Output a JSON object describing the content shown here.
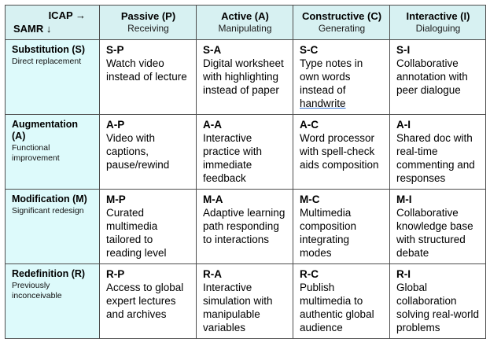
{
  "matrix": {
    "corner": {
      "icap_label": "ICAP →",
      "samr_label": "SAMR ↓"
    },
    "columns": [
      {
        "title": "Passive (P)",
        "subtitle": "Receiving"
      },
      {
        "title": "Active (A)",
        "subtitle": "Manipulating"
      },
      {
        "title": "Constructive (C)",
        "subtitle": "Generating"
      },
      {
        "title": "Interactive (I)",
        "subtitle": "Dialoguing"
      }
    ],
    "rows": [
      {
        "title": "Substitution (S)",
        "subtitle": "Direct replacement",
        "cells": [
          {
            "code": "S-P",
            "text": "Watch video instead of lecture"
          },
          {
            "code": "S-A",
            "text": "Digital worksheet with highlighting instead of paper"
          },
          {
            "code": "S-C",
            "text": "Type notes in own words instead of ",
            "misspelled": "handwrite"
          },
          {
            "code": "S-I",
            "text": "Collaborative annotation with peer dialogue"
          }
        ]
      },
      {
        "title": "Augmentation (A)",
        "subtitle": "Functional improvement",
        "cells": [
          {
            "code": "A-P",
            "text": "Video with captions, pause/rewind"
          },
          {
            "code": "A-A",
            "text": "Interactive practice with immediate feedback"
          },
          {
            "code": "A-C",
            "text": "Word processor with spell-check aids composition"
          },
          {
            "code": "A-I",
            "text": "Shared doc with real-time commenting and responses"
          }
        ]
      },
      {
        "title": "Modification (M)",
        "subtitle": "Significant redesign",
        "cells": [
          {
            "code": "M-P",
            "text": "Curated multimedia tailored to reading level"
          },
          {
            "code": "M-A",
            "text": "Adaptive learning path responding to interactions"
          },
          {
            "code": "M-C",
            "text": "Multimedia composition integrating modes"
          },
          {
            "code": "M-I",
            "text": "Collaborative knowledge base with structured debate"
          }
        ]
      },
      {
        "title": "Redefinition (R)",
        "subtitle": "Previously inconceivable",
        "cells": [
          {
            "code": "R-P",
            "text": "Access to global expert lectures and archives"
          },
          {
            "code": "R-A",
            "text": "Interactive simulation with manipulable variables"
          },
          {
            "code": "R-C",
            "text": "Publish multimedia to authentic global audience"
          },
          {
            "code": "R-I",
            "text": "Global collaboration solving real-world problems"
          }
        ]
      }
    ]
  },
  "colors": {
    "header_bg": "#d7f1f2",
    "rowhead_bg": "#ddfafb",
    "cell_bg": "#ffffff",
    "border": "#4d4d4d",
    "misspelled_underline": "#2f6fd0"
  }
}
